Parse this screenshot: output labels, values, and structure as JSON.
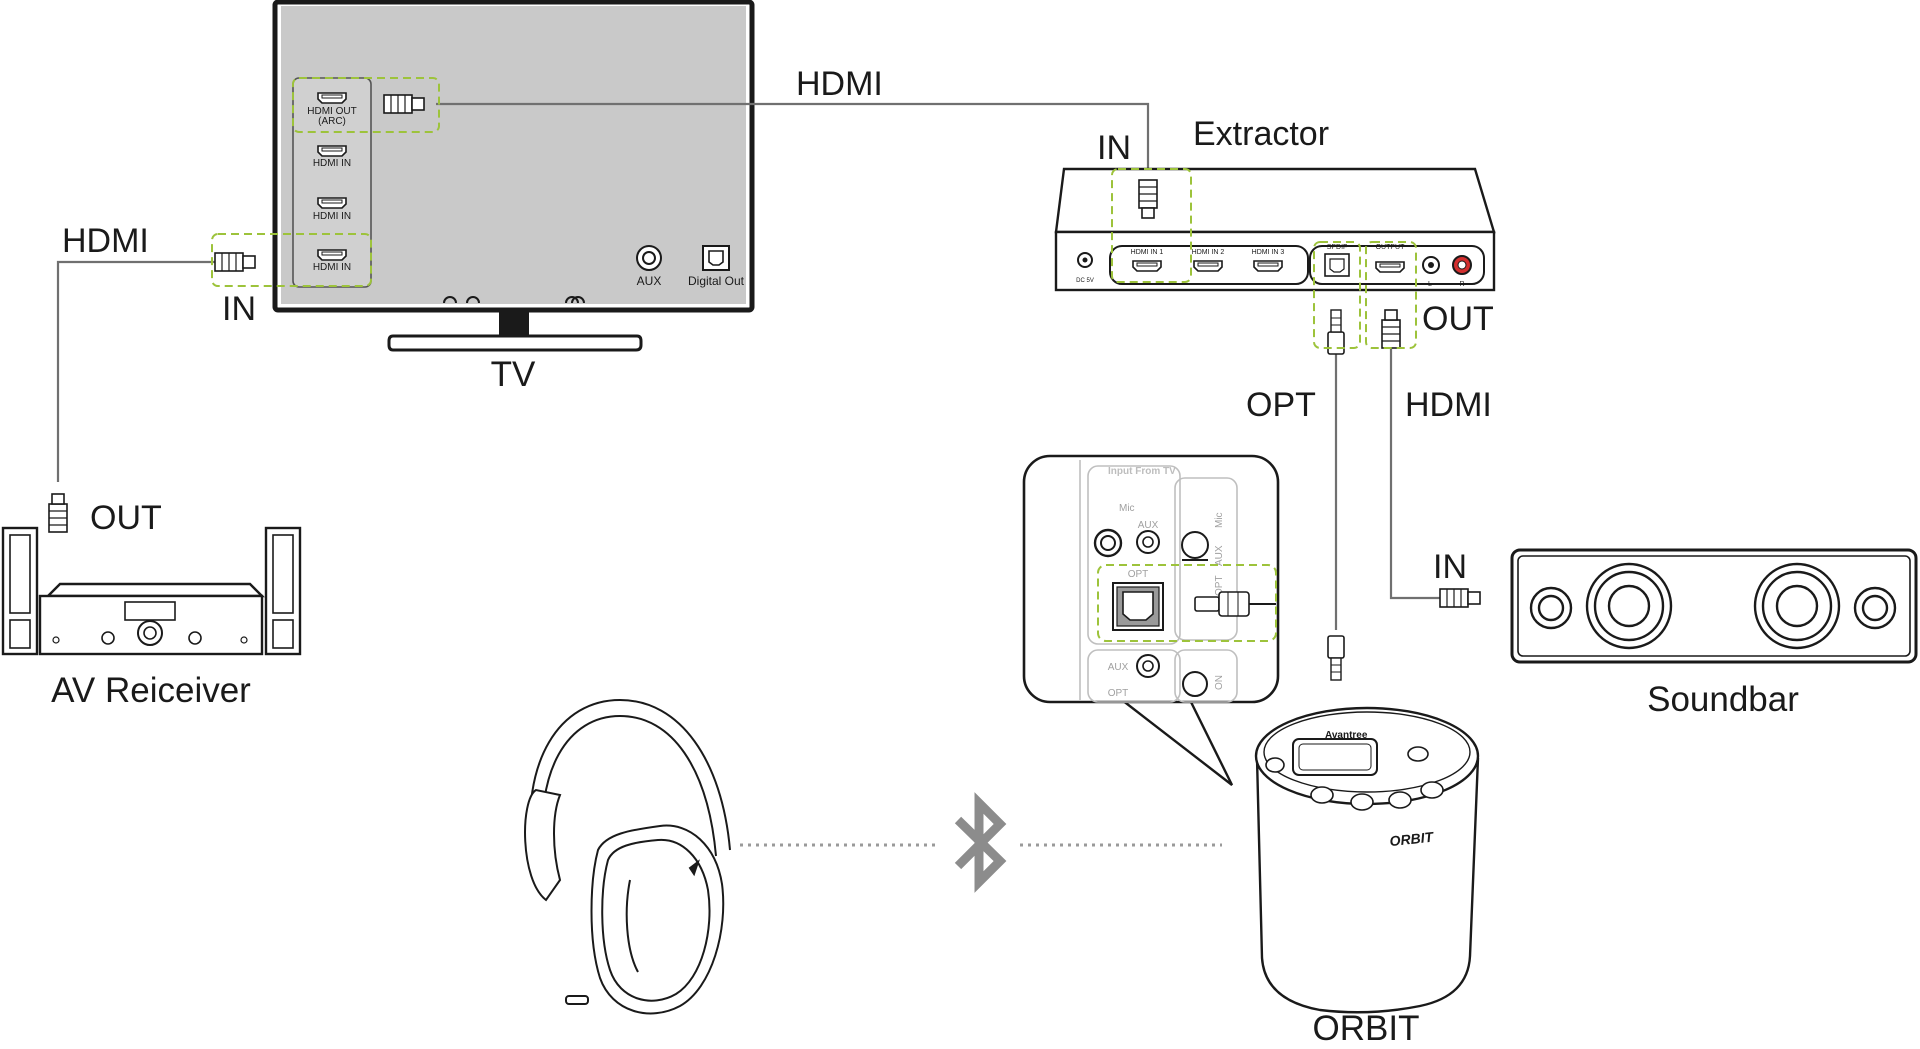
{
  "colors": {
    "line": "#1a1a1a",
    "cable": "#707070",
    "tv_screen": "#c9c9c9",
    "highlight": "#9dc33b",
    "port_fill": "#ffffff",
    "bt_gray": "#8c8c8c",
    "soundbar_fill": "#ffffff",
    "red_jack": "#d32f2f"
  },
  "icons": {
    "headphones": "headphones-icon",
    "bluetooth": "bluetooth-icon",
    "soundbar": "soundbar-icon",
    "orbit": "orbit-transmitter-icon",
    "receiver": "av-receiver-icon",
    "tv": "tv-icon",
    "extractor": "hdmi-extractor-icon"
  },
  "devices": {
    "tv": "TV",
    "extractor": "Extractor",
    "av_receiver": "AV Reiceiver",
    "soundbar": "Soundbar",
    "orbit": "ORBIT"
  },
  "cables": {
    "tv_to_extractor": "HDMI",
    "receiver_to_tv": "HDMI",
    "extractor_opt": "OPT",
    "extractor_hdmi_out": "HDMI"
  },
  "port_labels": {
    "tv_in": "IN",
    "extractor_in": "IN",
    "extractor_out": "OUT",
    "receiver_out": "OUT",
    "soundbar_in": "IN"
  },
  "tv_ports": {
    "hdmi_out_line1": "HDMI OUT",
    "hdmi_out_line2": "(ARC)",
    "hdmi_in_1": "HDMI IN",
    "hdmi_in_2": "HDMI IN",
    "hdmi_in_3": "HDMI IN",
    "aux": "AUX",
    "digital_out": "Digital Out"
  },
  "extractor_ports": {
    "dc": "DC 5V",
    "hdmi_in_1": "HDMI IN 1",
    "hdmi_in_2": "HDMI IN 2",
    "hdmi_in_3": "HDMI IN 3",
    "spdif": "SPDIF",
    "output": "OUTPUT",
    "left": "L",
    "right": "R"
  },
  "orbit_zoom": {
    "input_from_tv": "Input From TV",
    "mic": "Mic",
    "aux_top": "AUX",
    "opt_top": "OPT",
    "aux_bottom": "AUX",
    "opt_bottom": "OPT",
    "switch_aux": "AUX",
    "switch_mic": "Mic",
    "switch_opt": "OPT",
    "switch_on": "ON"
  },
  "orbit_device": {
    "brand": "Avantree",
    "logo": "ORBIT"
  }
}
